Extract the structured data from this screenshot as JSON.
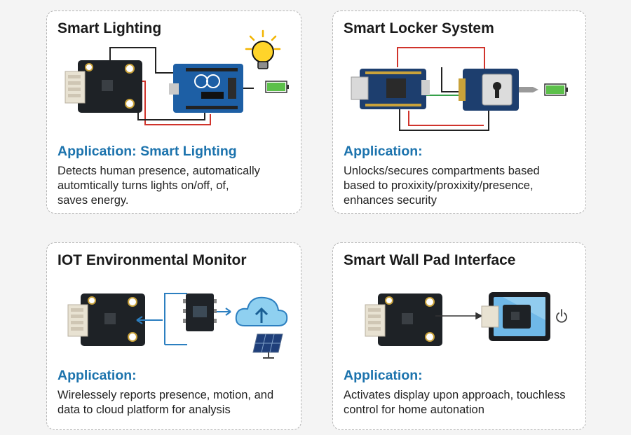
{
  "colors": {
    "accent": "#1c73ad",
    "border": "#b4b4b4",
    "wire_red": "#d0342c",
    "wire_green": "#35a04a",
    "battery": "#5cc04a"
  },
  "cards": [
    {
      "title": "Smart Lighting",
      "app_label": "Application: Smart Lighting",
      "lines": [
        "Detects human presence, automatically",
        "automtically turns lights on/off, of,",
        "saves energy."
      ]
    },
    {
      "title": "Smart Locker System",
      "app_label": "Application:",
      "lines": [
        "Unlocks/secures compartments based",
        "based to proxixity/proxixity/presence,",
        "enhances security"
      ]
    },
    {
      "title": "IOT Environmental Monitor",
      "app_label": "Application:",
      "lines": [
        "Wirelessely reports presence, motion, and",
        "data to cloud platform for analysis"
      ]
    },
    {
      "title": "Smart Wall Pad Interface",
      "app_label": "Application:",
      "lines": [
        "Activates display upon approach, touchless",
        "control for home autonation"
      ]
    }
  ],
  "icons": [
    "sensor-module-icon",
    "arduino-board-icon",
    "light-bulb-icon",
    "battery-icon",
    "microcontroller-board-icon",
    "lock-module-icon",
    "transceiver-icon",
    "cloud-upload-icon",
    "solar-panel-icon",
    "tablet-display-icon",
    "power-icon"
  ]
}
